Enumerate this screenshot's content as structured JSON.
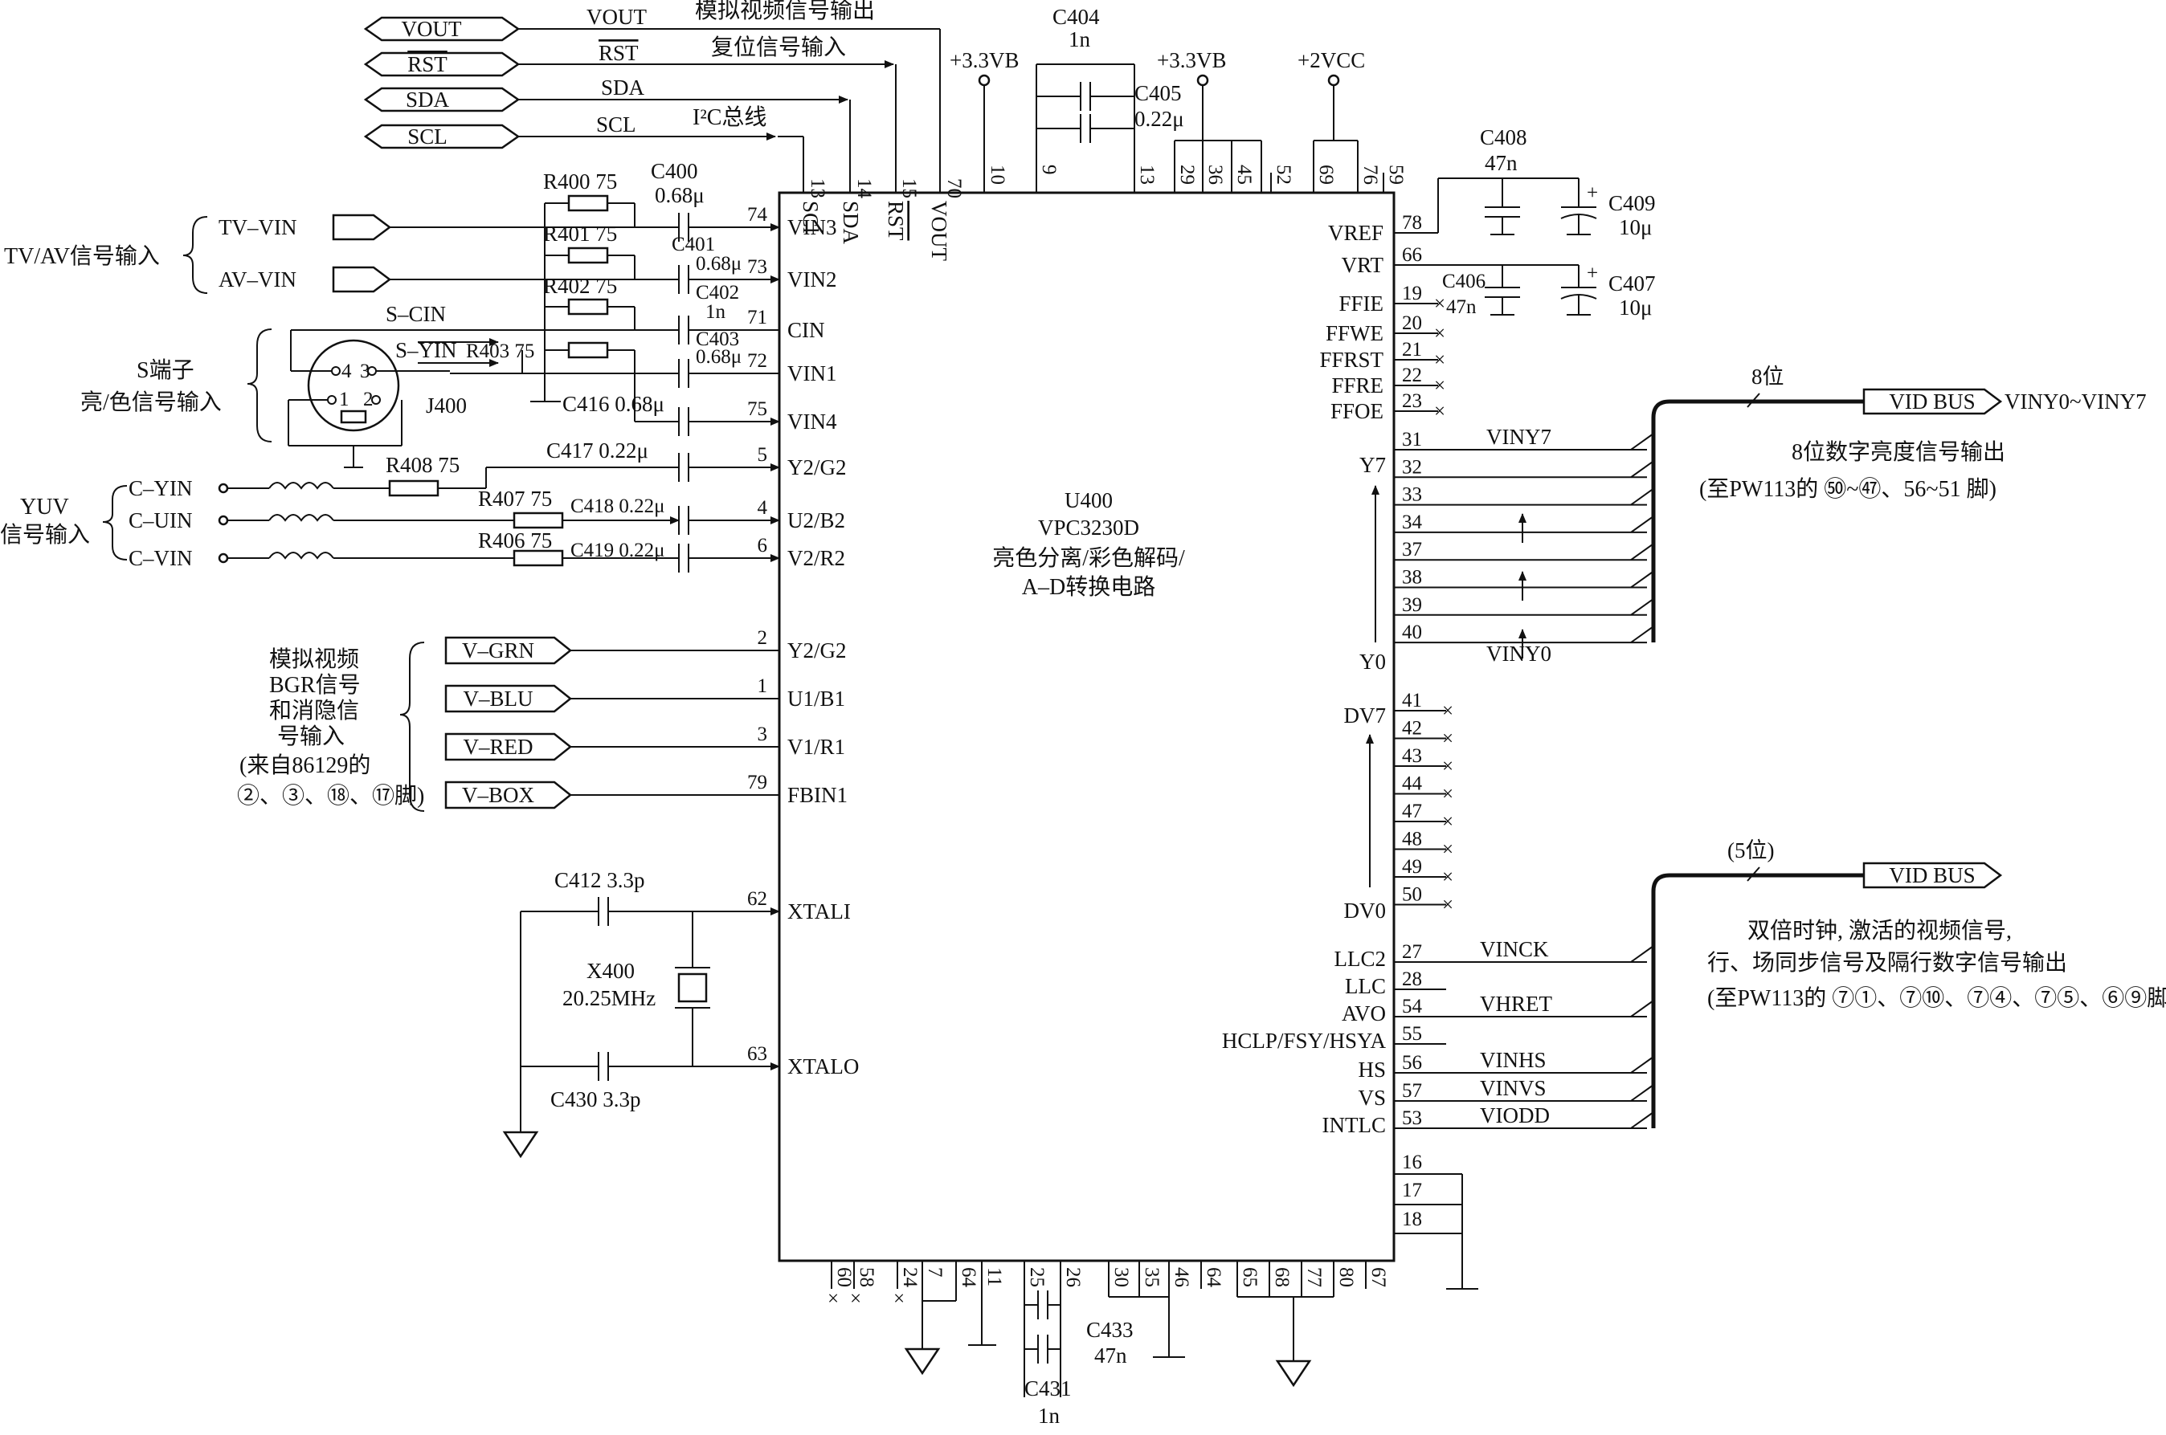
{
  "colors": {
    "ink": "#111111",
    "paper": "#ffffff"
  },
  "chip": {
    "designator": "U400",
    "part": "VPC3230D",
    "function_1": "亮色分离/彩色解码/",
    "function_2": "A–D转换电路"
  },
  "top_bus": {
    "ports": [
      {
        "port": "VOUT",
        "net": "VOUT",
        "note": "模拟视频信号输出",
        "pin_num": "70",
        "pin_name": "VOUT"
      },
      {
        "port": "RST",
        "net": "RST",
        "note": "复位信号输入",
        "pin_num": "15",
        "pin_name": "RST"
      },
      {
        "port": "SDA",
        "net": "SDA",
        "note": "",
        "pin_num": "14",
        "pin_name": "SDA"
      },
      {
        "port": "SCL",
        "net": "SCL",
        "note": "I²C总线",
        "pin_num": "13",
        "pin_name": "SCl"
      }
    ],
    "top_pins": [
      "10",
      "9",
      "13",
      "29",
      "36",
      "45",
      "52",
      "69",
      "76",
      "59"
    ],
    "rail_a": "+3.3VB",
    "rail_b": "+3.3VB",
    "rail_c": "+2VCC",
    "c404": "C404",
    "c404_val": "1n",
    "c405": "C405",
    "c405_val": "0.22μ"
  },
  "left_inputs": {
    "group1": "TV/AV信号输入",
    "tv_vin": "TV–VIN",
    "av_vin": "AV–VIN",
    "s_cin": "S–CIN",
    "s_yin": "S–YIN",
    "s_group_1": "S端子",
    "s_group_2": "亮/色信号输入",
    "j400": "J400",
    "din_4": "4",
    "din_3": "3",
    "din_1": "1",
    "din_2": "2",
    "yuv_1": "YUV",
    "yuv_2": "信号输入",
    "c_yin": "C–YIN",
    "c_uin": "C–UIN",
    "c_vin": "C–VIN",
    "r400": "R400 75",
    "r401": "R401 75",
    "r402": "R402 75",
    "r403": "R403 75",
    "r408": "R408 75",
    "r407": "R407 75",
    "r406": "R406 75",
    "c400": "C400",
    "c400_val": "0.68μ",
    "c401": "C401",
    "c401_val": "0.68μ",
    "c402": "C402",
    "c402_val": "1n",
    "c403": "C403",
    "c403_val": "0.68μ",
    "c416": "C416  0.68μ",
    "c417": "C417  0.22μ",
    "c418": "C418  0.22μ",
    "c419": "C419  0.22μ"
  },
  "left_pins": [
    {
      "num": "74",
      "name": "VIN3"
    },
    {
      "num": "73",
      "name": "VIN2"
    },
    {
      "num": "71",
      "name": "CIN"
    },
    {
      "num": "72",
      "name": "VIN1"
    },
    {
      "num": "75",
      "name": "VIN4"
    },
    {
      "num": "5",
      "name": "Y2/G2"
    },
    {
      "num": "4",
      "name": "U2/B2"
    },
    {
      "num": "6",
      "name": "V2/R2"
    },
    {
      "num": "2",
      "name": "Y2/G2"
    },
    {
      "num": "1",
      "name": "U1/B1"
    },
    {
      "num": "3",
      "name": "V1/R1"
    },
    {
      "num": "79",
      "name": "FBIN1"
    },
    {
      "num": "62",
      "name": "XTALI"
    },
    {
      "num": "63",
      "name": "XTALO"
    }
  ],
  "rgb_inputs": {
    "ports": [
      "V–GRN",
      "V–BLU",
      "V–RED",
      "V–BOX"
    ],
    "desc": [
      "模拟视频",
      "BGR信号",
      "和消隐信",
      "号输入",
      "(来自86129的",
      "②、③、⑱、⑰脚)"
    ]
  },
  "crystal": {
    "c412": "C412  3.3p",
    "x400": "X400",
    "freq": "20.25MHz",
    "c430": "C430  3.3p"
  },
  "right_top": {
    "vref": "VREF",
    "vref_num": "78",
    "vrt": "VRT",
    "vrt_num": "66",
    "ffie": "FFIE",
    "ffie_num": "19",
    "c406": "C406",
    "c406_val": "47n",
    "ffwe": "FFWE",
    "ffwe_num": "20",
    "ffrst": "FFRST",
    "ffrst_num": "21",
    "ffre": "FFRE",
    "ffre_num": "22",
    "ffoe": "FFOE",
    "ffoe_num": "23",
    "c408": "C408",
    "c408_val": "47n",
    "c409": "C409",
    "c409_val": "10μ",
    "c407": "C407",
    "c407_val": "10μ"
  },
  "luma_bus": {
    "pin_nums": [
      "31",
      "32",
      "33",
      "34",
      "37",
      "38",
      "39",
      "40"
    ],
    "y_top": "Y7",
    "y_bot": "Y0",
    "net_top": "VINY7",
    "net_bot": "VINY0",
    "bits": "8位",
    "port": "VID BUS",
    "port_range": "VINY0~VINY7",
    "desc_1": "8位数字亮度信号输出",
    "desc_2": "(至PW113的 ㊿~㊼、56~51 脚)"
  },
  "dv_bus": {
    "pin_nums": [
      "41",
      "42",
      "43",
      "44",
      "47",
      "48",
      "49",
      "50"
    ],
    "top": "DV7",
    "bot": "DV0"
  },
  "sync_bus": {
    "pins": [
      {
        "num": "27",
        "name": "LLC2",
        "net": "VINCK"
      },
      {
        "num": "28",
        "name": "LLC",
        "net": ""
      },
      {
        "num": "54",
        "name": "AVO",
        "net": "VHRET"
      },
      {
        "num": "55",
        "name": "HCLP/FSY/HSYA",
        "net": ""
      },
      {
        "num": "56",
        "name": "HS",
        "net": "VINHS"
      },
      {
        "num": "57",
        "name": "VS",
        "net": "VINVS"
      },
      {
        "num": "53",
        "name": "INTLC",
        "net": "VIODD"
      }
    ],
    "bits": "(5位)",
    "port": "VID BUS",
    "desc_1": "双倍时钟, 激活的视频信号,",
    "desc_2": "行、场同步信号及隔行数字信号输出",
    "desc_3": "(至PW113的 ⑦①、⑦⑩、⑦④、⑦⑤、⑥⑨脚)"
  },
  "right_gnd_pins": [
    "16",
    "17",
    "18"
  ],
  "bottom_pins": [
    "60",
    "58",
    "24",
    "7",
    "64",
    "11",
    "25",
    "26",
    "30",
    "35",
    "46",
    "64",
    "65",
    "68",
    "77",
    "80",
    "67"
  ],
  "bottom_caps": {
    "c433": "C433",
    "c433_val": "47n",
    "c431": "C431",
    "c431_val": "1n"
  }
}
